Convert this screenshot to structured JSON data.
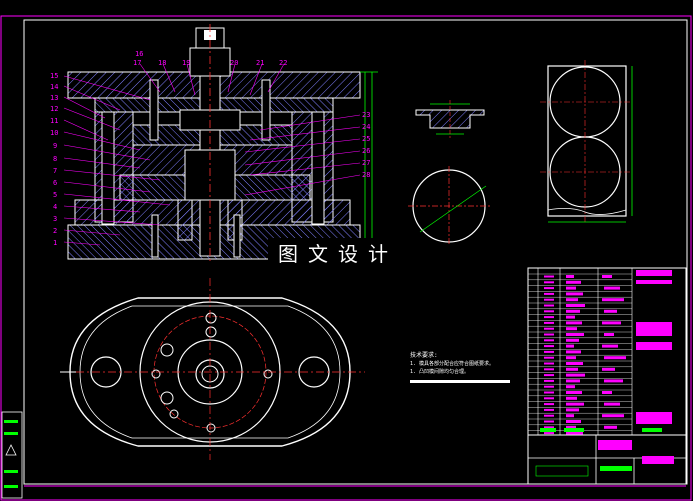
{
  "watermark": "图文设计",
  "notes": {
    "title": "技术要求:",
    "line1": "1. 模具各部分配合应符合图纸要求。",
    "line2": "1. 凸凹模间隙均匀合理。"
  },
  "callouts": {
    "left": [
      "15",
      "14",
      "13",
      "12",
      "11",
      "10",
      "9",
      "8",
      "7",
      "6",
      "5",
      "4",
      "3",
      "2",
      "1"
    ],
    "top": [
      "16",
      "17",
      "18",
      "19",
      "20",
      "21",
      "22"
    ],
    "right": [
      "23",
      "24",
      "25",
      "26",
      "27",
      "28"
    ]
  },
  "colors": {
    "frame": "#ff00ff",
    "outline": "#ffffff",
    "center": "#ff3030",
    "hatch": "#8080ff",
    "dim": "#00ff00",
    "leader": "#ff00ff"
  }
}
